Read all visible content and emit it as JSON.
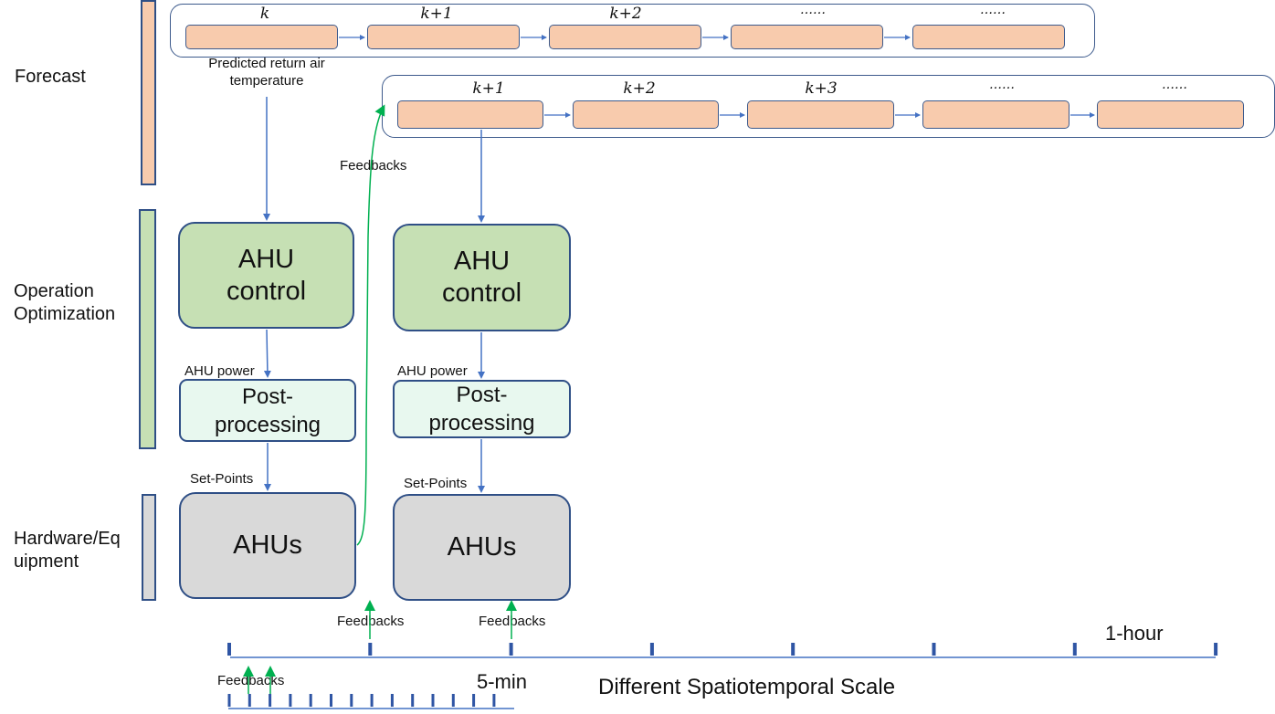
{
  "layers": {
    "forecast": "Forecast",
    "operation": "Operation\nOptimization",
    "hardware": "Hardware/Eq\nuipment"
  },
  "colors": {
    "forecast": "#f8cbad",
    "control": "#c6e0b4",
    "postprocess": "#e8f8ef",
    "hardware": "#d9d9d9",
    "arrow_blue": "#4472c4",
    "arrow_green": "#00b050"
  },
  "forecast_row1": {
    "steps": [
      "k",
      "k+1",
      "k+2",
      "……",
      "……"
    ]
  },
  "forecast_row2": {
    "steps": [
      "k+1",
      "k+2",
      "k+3",
      "……",
      "……"
    ]
  },
  "labels": {
    "predicted": "Predicted return air\ntemperature",
    "feedbacks": "Feedbacks",
    "ahu_power": "AHU power",
    "set_points": "Set-Points"
  },
  "column1": {
    "control": "AHU\ncontrol",
    "post": "Post-\nprocessing",
    "hardware": "AHUs"
  },
  "column2": {
    "control": "AHU\ncontrol",
    "post": "Post-\nprocessing",
    "hardware": "AHUs"
  },
  "timeline": {
    "hour_label": "1-hour",
    "min_label": "5-min",
    "title": "Different Spatiotemporal Scale"
  }
}
